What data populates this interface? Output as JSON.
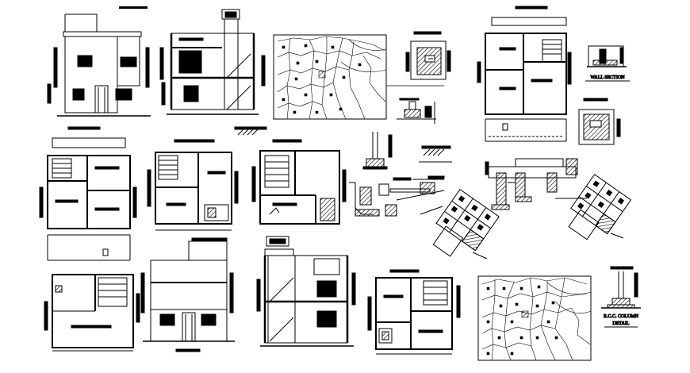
{
  "labels": {
    "wall_section": "WALL SECTION",
    "rcc_column": "R.C.C. COLUMN",
    "detail": "DETAIL"
  },
  "colors": {
    "background": "#ffffff",
    "ink": "#000000"
  }
}
